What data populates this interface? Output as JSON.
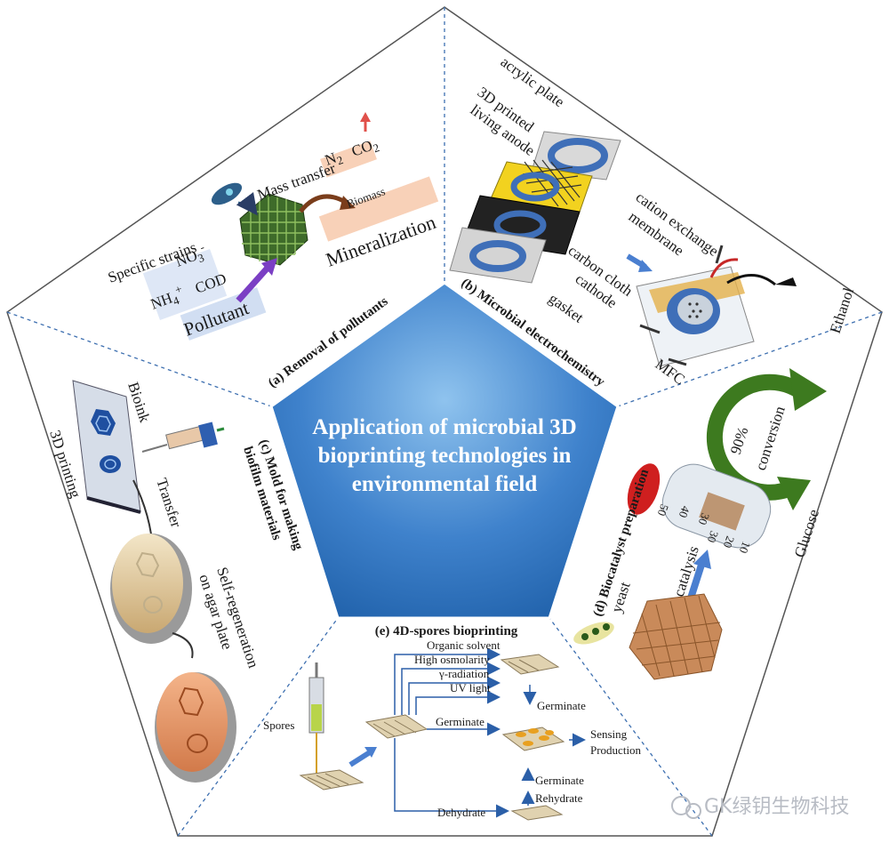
{
  "center_title": [
    "Application of microbial 3D",
    "bioprinting technologies in",
    "environmental field"
  ],
  "sections": {
    "a": {
      "title": "(a) Removal of pollutants",
      "labels": {
        "specific_strains": "Specific strains",
        "mass_transfer": "Mass transfer",
        "n2": "N",
        "co2": "CO",
        "sub2": "2",
        "biomass": "Biomass",
        "mineralization": "Mineralization",
        "nh4": "NH",
        "nh4_sub": "4",
        "nh4_sup": "+",
        "no3": "NO",
        "no3_sub": "3",
        "no3_sup": "-",
        "cod": "COD",
        "pollutant": "Pollutant"
      }
    },
    "b": {
      "title": "(b) Microbial electrochemistry",
      "labels": {
        "acrylic_plate": "acrylic plate",
        "printed_1": "3D printed",
        "printed_2": "living anode",
        "cation_1": "cation exchange",
        "cation_2": "membrane",
        "carbon_1": "carbon cloth",
        "carbon_2": "cathode",
        "gasket": "gasket",
        "mfc": "MFC"
      }
    },
    "c": {
      "title_1": "(c) Mold for making",
      "title_2": "biofilm materials",
      "labels": {
        "bioink": "Bioink",
        "printing": "3D printing",
        "transfer": "Transfer",
        "self_regen_1": "Self-regeneration",
        "self_regen_2": "on agar plate"
      }
    },
    "d": {
      "title": "(d) Biocatalyst preparation",
      "labels": {
        "ethanol": "Ethanol",
        "conv_1": "90%",
        "conv_2": "conversion",
        "glucose": "Glucose",
        "yeast": "yeast",
        "catalysis": "catalysis",
        "tick_50": "50",
        "tick_40": "40",
        "tick_30": "30",
        "tick_30b": "30",
        "tick_20": "20",
        "tick_10": "10"
      }
    },
    "e": {
      "title": "(e) 4D-spores bioprinting",
      "labels": {
        "organic_solvent": "Organic solvent",
        "high_osmolarity": "High osmolarity",
        "gamma": "γ-radiation",
        "uv": "UV light",
        "germinate_top": "Germinate",
        "germinate_mid": "Germinate",
        "sensing": "Sensing",
        "production": "Production",
        "germinate_bot": "Germinate",
        "rehydrate": "Rehydrate",
        "dehydrate": "Dehydrate",
        "spores": "Spores"
      }
    }
  },
  "watermark": "GK绿钥生物科技",
  "colors": {
    "center_dark": "#1e5fa8",
    "center_light": "#8fc3ee",
    "dashed": "#3d6fb0",
    "purple": "#7b3fc4",
    "orange_band": "#f6c1a0",
    "blue_band": "#c9d8f0",
    "green_ring": "#3d7a1f",
    "copper": "#c98a5a"
  }
}
